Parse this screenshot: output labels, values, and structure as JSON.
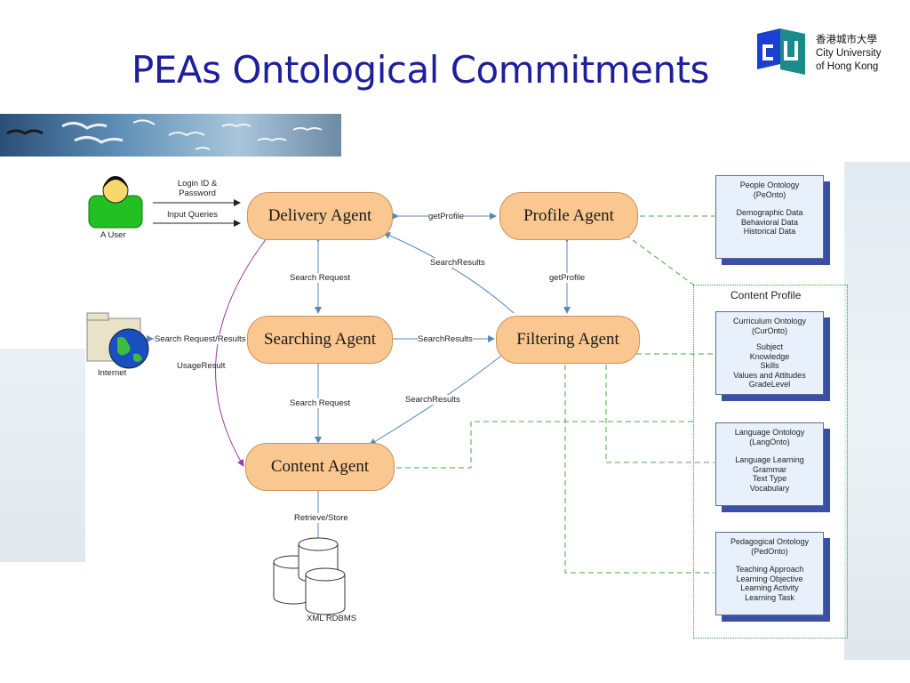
{
  "slide": {
    "title": "PEAs Ontological Commitments"
  },
  "logo": {
    "chinese_name": "香港城市大學",
    "english_line1": "City University",
    "english_line2": "of Hong Kong",
    "mark_color": "#1b3fd0",
    "accent_color": "#1b8a8a"
  },
  "colors": {
    "title": "#1f1f9c",
    "agent_fill": "#f9c78f",
    "arrow_blue": "#5b87b8",
    "dashed_green": "#4aa84a",
    "shadow_blue": "#3c4fa8"
  },
  "actors": {
    "user_label": "A User",
    "internet_label": "Internet",
    "db_label": "XML RDBMS"
  },
  "agents": {
    "delivery": "Delivery Agent",
    "profile": "Profile Agent",
    "searching": "Searching Agent",
    "filtering": "Filtering Agent",
    "content": "Content Agent"
  },
  "edges": {
    "login": "Login ID &\nPassword",
    "input_queries": "Input Queries",
    "get_profile_top": "getProfile",
    "search_results_diag": "SearchResults",
    "search_request_1": "Search Request",
    "get_profile_side": "getProfile",
    "search_request_results": "Search Request/Results",
    "search_results_mid": "SearchResults",
    "usage_result": "UsageResult",
    "search_request_2": "Search Request",
    "search_results_low": "SearchResults",
    "retrieve_store": "Retrieve/Store"
  },
  "content_profile": {
    "label": "Content Profile"
  },
  "ontologies": [
    {
      "title": "People Ontology",
      "abbr": "(PeOnto)",
      "items": [
        "Demographic Data",
        "Behavioral Data",
        "Historical Data"
      ]
    },
    {
      "title": "Curriculum Ontology",
      "abbr": "(CurOnto)",
      "items": [
        "Subject",
        "Knowledge",
        "Skills",
        "Values and Attitudes",
        "GradeLevel"
      ]
    },
    {
      "title": "Language Ontology",
      "abbr": "(LangOnto)",
      "items": [
        "Language Learning",
        "Grammar",
        "Text Type",
        "Vocabulary"
      ]
    },
    {
      "title": "Pedagogical Ontology",
      "abbr": "(PedOnto)",
      "items": [
        "Teaching Approach",
        "Learning Objective",
        "Learning Activity",
        "Learning Task"
      ]
    }
  ]
}
